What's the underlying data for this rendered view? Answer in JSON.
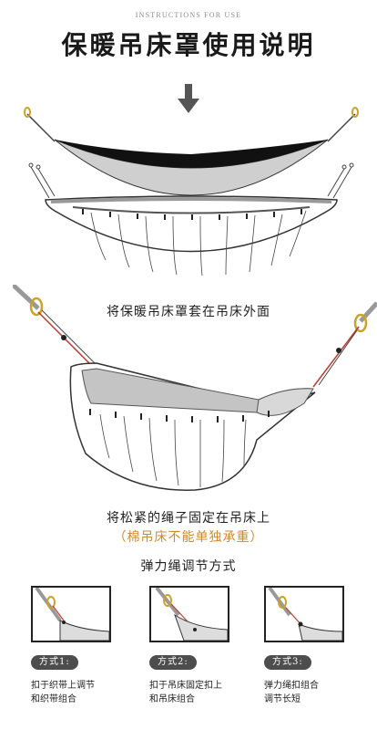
{
  "header": {
    "subtitle": "INSTRUCTIONS FOR USE",
    "title": "保暖吊床罩使用说明"
  },
  "steps": {
    "step1_caption": "将保暖吊床罩套在吊床外面",
    "step2_caption": "将松紧的绳子固定在吊床上",
    "step2_warning": "（棉吊床不能单独承重）"
  },
  "methods": {
    "heading": "弹力绳调节方式",
    "items": [
      {
        "label": "方式1:",
        "desc_line1": "扣于织带上调节",
        "desc_line2": "和织带组合"
      },
      {
        "label": "方式2:",
        "desc_line1": "扣于吊床固定扣上",
        "desc_line2": "和吊床组合"
      },
      {
        "label": "方式3:",
        "desc_line1": "弹力绳扣组合",
        "desc_line2": "调节长短"
      }
    ]
  },
  "colors": {
    "accent": "#d08a2c",
    "pill_bg": "#4d4d4d",
    "cord": "#c0392b",
    "fabric": "#cccccc"
  }
}
